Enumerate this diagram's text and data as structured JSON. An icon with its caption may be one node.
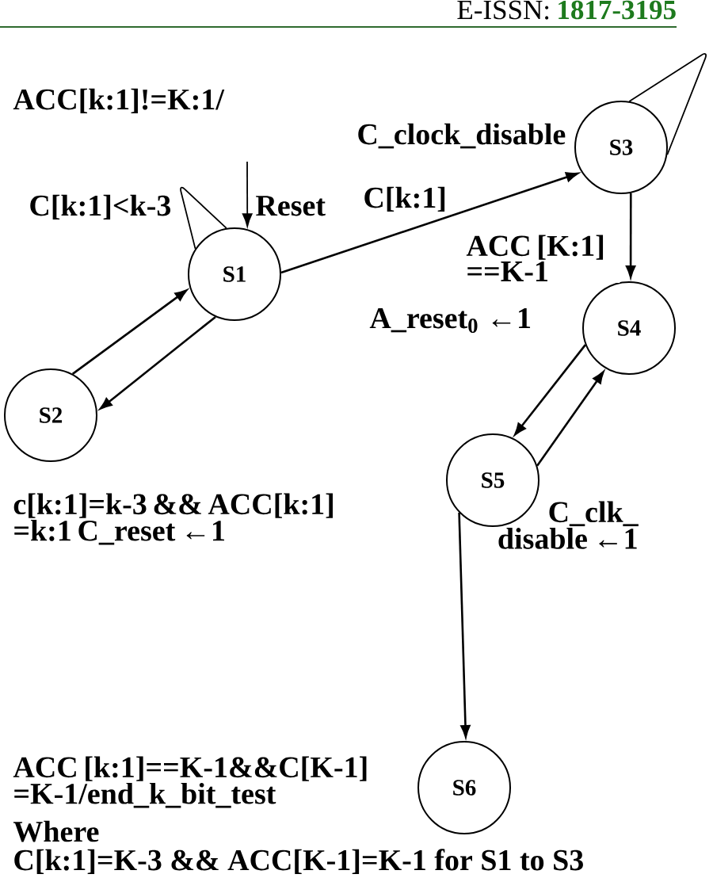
{
  "diagram": {
    "nodes": [
      {
        "text": [
          "S1"
        ]
      },
      {
        "text": [
          "S2"
        ]
      },
      {
        "text": [
          "S3"
        ]
      },
      {
        "text": [
          "S4"
        ]
      },
      {
        "text": [
          "S5"
        ]
      },
      {
        "text": [
          "S6"
        ]
      }
    ],
    "edges": [
      {
        "from": 0,
        "to": 0,
        "arrow": "none",
        "label": "C[k:1]<k-3"
      },
      {
        "from": null,
        "to": 0,
        "arrow": "to",
        "label": "Reset"
      },
      {
        "from": 0,
        "to": 2,
        "arrow": "to",
        "label": "C[k:1]"
      },
      {
        "from": 2,
        "to": 2,
        "arrow": "none"
      },
      {
        "from": 2,
        "to": 3,
        "arrow": "to",
        "label": "ACC [K:1] ==K-1"
      },
      {
        "from": 1,
        "to": 0,
        "arrow": "to"
      },
      {
        "from": 0,
        "to": 1,
        "arrow": "to"
      },
      {
        "from": 3,
        "to": 4,
        "arrow": "to"
      },
      {
        "from": 4,
        "to": 3,
        "arrow": "to"
      },
      {
        "from": 4,
        "to": 5,
        "arrow": "to"
      }
    ],
    "labels": [
      "E-ISSN:",
      "1817-3195",
      "ACC[k:1]!=K:1/",
      "C_clock_disable",
      "A_reset$_{0}$ ←1",
      "c[k:1]=k-3 && ACC[k:1] =k:1 C_reset ←1",
      "C_clk_ disable ←1",
      "ACC [k:1]==K-1&&C[K-1] =K-1/end_k_bit_test",
      "Where",
      "C[k:1]=K-3 && ACC[K-1]=K-1 for S1 to S3"
    ]
  }
}
